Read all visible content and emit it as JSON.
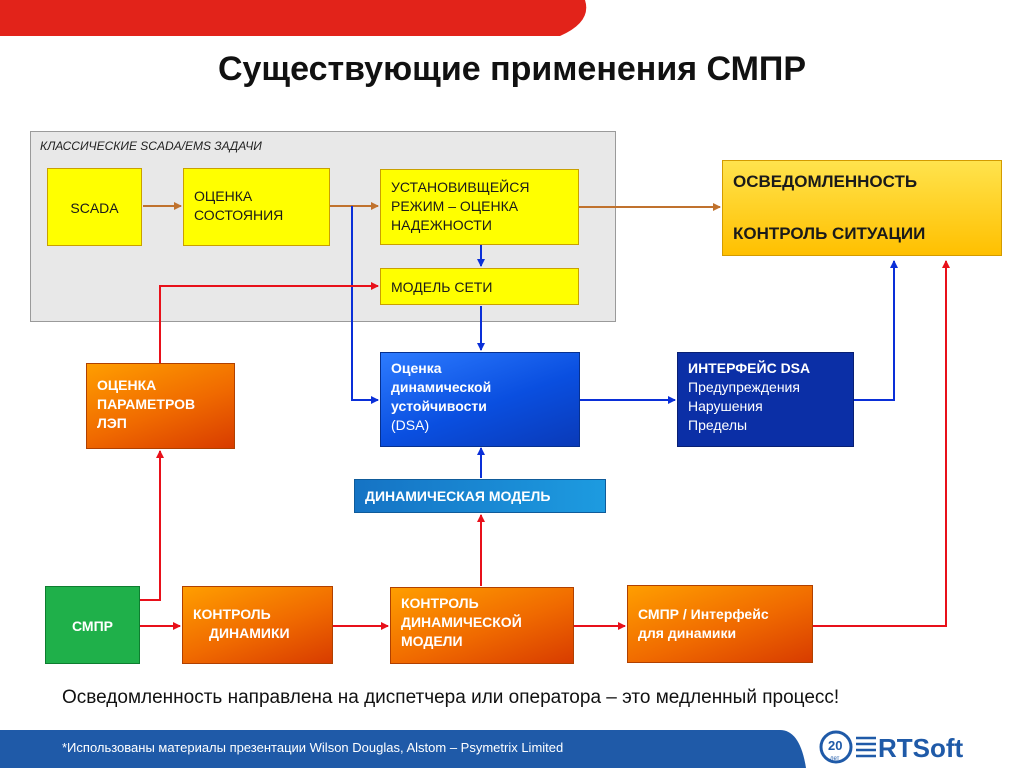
{
  "title": "Существующие применения СМПР",
  "group_label": "КЛАССИЧЕСКИЕ SCADA/EMS ЗАДАЧИ",
  "nodes": {
    "scada": "SCADA",
    "state_est_1": "ОЦЕНКА",
    "state_est_2": "СОСТОЯНИЯ",
    "steady_1": "УСТАНОВИВЩЕЙСЯ",
    "steady_2": "РЕЖИМ – ОЦЕНКА",
    "steady_3": "НАДЕЖНОСТИ",
    "network_model": "МОДЕЛЬ СЕТИ",
    "awareness_1": "ОСВЕДОМЛЕННОСТЬ",
    "awareness_2": "КОНТРОЛЬ СИТУАЦИИ",
    "line_params_1": "ОЦЕНКА",
    "line_params_2": "ПАРАМЕТРОВ",
    "line_params_3": "ЛЭП",
    "dsa_1": "Оценка",
    "dsa_2": "динамической",
    "dsa_3": "устойчивости",
    "dsa_4": "(DSA)",
    "dsa_iface_1": "ИНТЕРФЕЙС DSA",
    "dsa_iface_2": "Предупреждения",
    "dsa_iface_3": "Нарушения",
    "dsa_iface_4": "Пределы",
    "dynamic_model": "ДИНАМИЧЕСКАЯ МОДЕЛЬ",
    "smpr": "СМПР",
    "dyn_control_1": "КОНТРОЛЬ",
    "dyn_control_2": "ДИНАМИКИ",
    "dyn_model_control_1": "КОНТРОЛЬ",
    "dyn_model_control_2": "ДИНАМИЧЕСКОЙ",
    "dyn_model_control_3": "МОДЕЛИ",
    "smpr_iface_1": "СМПР / Интерфейс",
    "smpr_iface_2": "для динамики"
  },
  "statement": "Осведомленность направлена на диспетчера или оператора – это медленный процесс!",
  "footer": "*Использованы материалы презентации Wilson Douglas, Alstom – Psymetrix Limited",
  "logo": {
    "years": "20",
    "years_sub": "лет",
    "brand": "RTSoft"
  },
  "colors": {
    "red_banner": "#e2231a",
    "footer_blue": "#1f5aa8",
    "arrow_red": "#e8101a",
    "arrow_blue": "#0a2fd8",
    "arrow_brown": "#c0722e"
  }
}
